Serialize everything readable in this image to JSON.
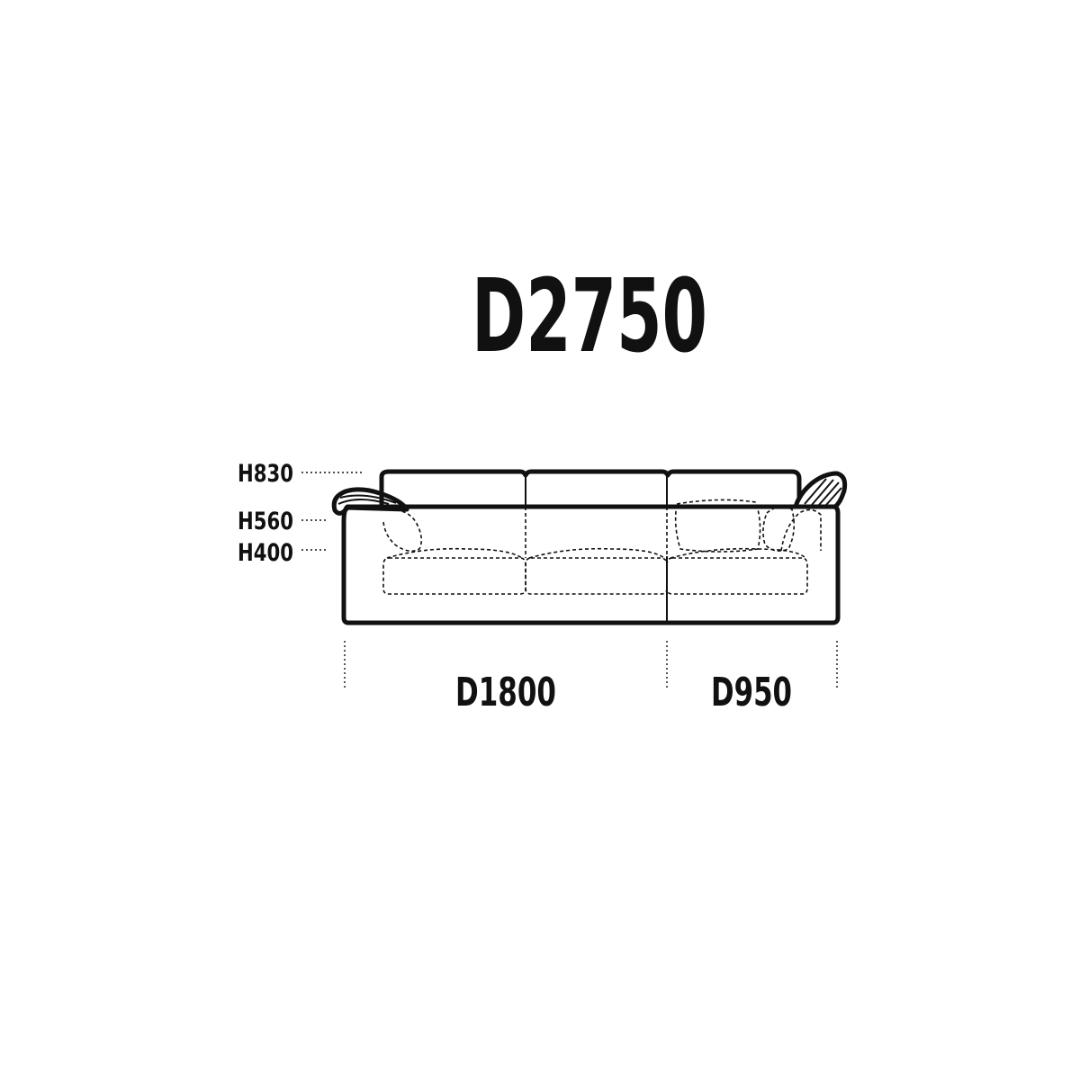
{
  "dimensions": {
    "total_depth": "D2750",
    "heights": {
      "back": "H830",
      "arm": "H560",
      "seat": "H400"
    },
    "segments": {
      "left": "D1800",
      "right": "D950"
    }
  },
  "colors": {
    "line": "#111111",
    "background": "#ffffff"
  }
}
